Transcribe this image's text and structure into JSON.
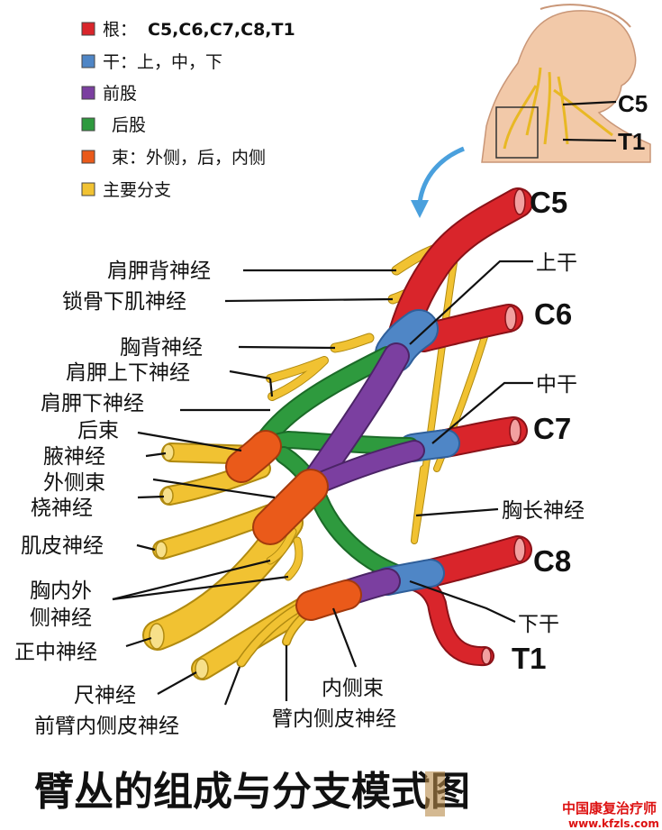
{
  "legend": {
    "items": [
      {
        "label": "根：",
        "value": "C5,C6,C7,C8,T1",
        "color": "#d9252b"
      },
      {
        "label": "干：上，中，下",
        "color": "#4f86c6"
      },
      {
        "label": "前股",
        "color": "#7b3fa0"
      },
      {
        "label": "后股",
        "color": "#2e9a3e"
      },
      {
        "label": "束：外侧，后，内侧",
        "color": "#ea5a1a"
      },
      {
        "label": "主要分支",
        "color": "#f1c232"
      }
    ]
  },
  "roots": {
    "c5": "C5",
    "c6": "C6",
    "c7": "C7",
    "c8": "C8",
    "t1": "T1"
  },
  "inset": {
    "c5": "C5",
    "t1": "T1"
  },
  "trunks": {
    "upper": "上干",
    "middle": "中干",
    "lower": "下干"
  },
  "branches": {
    "dorsal_scapular": "肩胛背神经",
    "subclavius": "锁骨下肌神经",
    "thoracodorsal": "胸背神经",
    "subscapular_upper_lower": "肩胛上下神经",
    "lower_subscapular": "肩胛下神经",
    "posterior_cord": "后束",
    "axillary": "腋神经",
    "lateral_cord": "外侧束",
    "radial": "桡神经",
    "musculocutaneous": "肌皮神经",
    "pectoral_line1": "胸内外",
    "pectoral_line2": "侧神经",
    "median": "正中神经",
    "ulnar": "尺神经",
    "medial_antebrachial": "前臂内侧皮神经",
    "medial_cord": "内侧束",
    "medial_brachial": "臂内侧皮神经",
    "long_thoracic": "胸长神经"
  },
  "title": "臂丛的组成与分支模式图",
  "watermark": {
    "site_name": "中国康复治疗师",
    "url": "www.kfzls.com"
  }
}
